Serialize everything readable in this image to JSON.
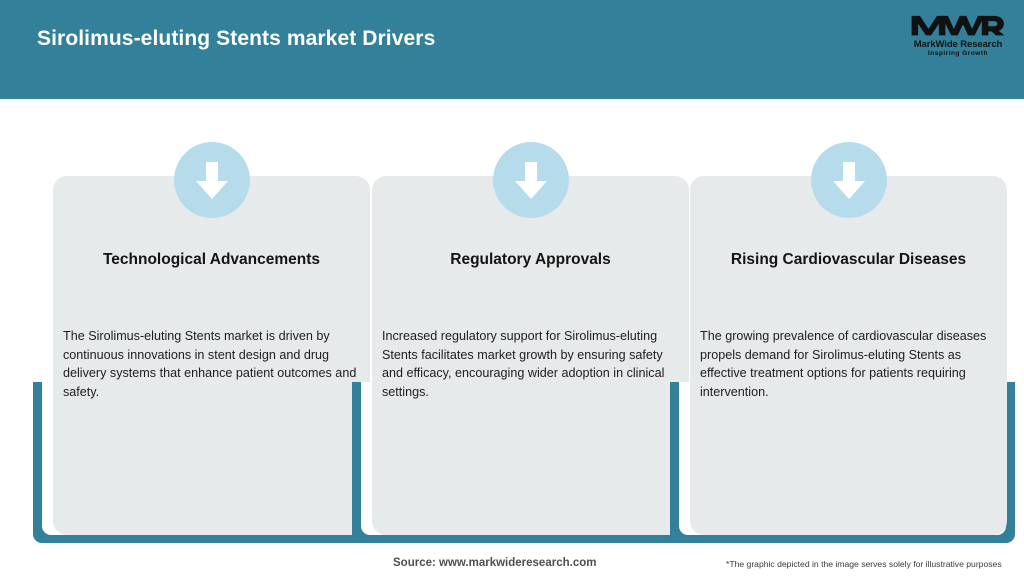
{
  "header": {
    "title": "Sirolimus-eluting Stents market Drivers",
    "background_color": "#328099",
    "title_color": "#ffffff"
  },
  "logo": {
    "mark": "MWR",
    "name": "MarkWide Research",
    "tagline": "Inspiring Growth"
  },
  "theme": {
    "accent_teal": "#328099",
    "panel_grey": "#e7eaeb",
    "badge_blue": "#b6dcec",
    "arrow_white": "#ffffff"
  },
  "cards": [
    {
      "icon": "down-arrow-icon",
      "title": "Technological Advancements",
      "body": "The Sirolimus-eluting Stents market is driven by continuous innovations in stent design and drug delivery systems that enhance patient outcomes and safety."
    },
    {
      "icon": "down-arrow-icon",
      "title": "Regulatory Approvals",
      "body": "Increased regulatory support for Sirolimus-eluting Stents facilitates market growth by ensuring safety and efficacy, encouraging wider adoption in clinical settings."
    },
    {
      "icon": "down-arrow-icon",
      "title": "Rising Cardiovascular Diseases",
      "body": "The growing prevalence of cardiovascular diseases propels demand for Sirolimus-eluting Stents as effective treatment options for patients requiring intervention."
    }
  ],
  "footer": {
    "source": "Source: www.markwideresearch.com",
    "disclaimer": "*The graphic depicted in the image serves solely for illustrative purposes"
  }
}
